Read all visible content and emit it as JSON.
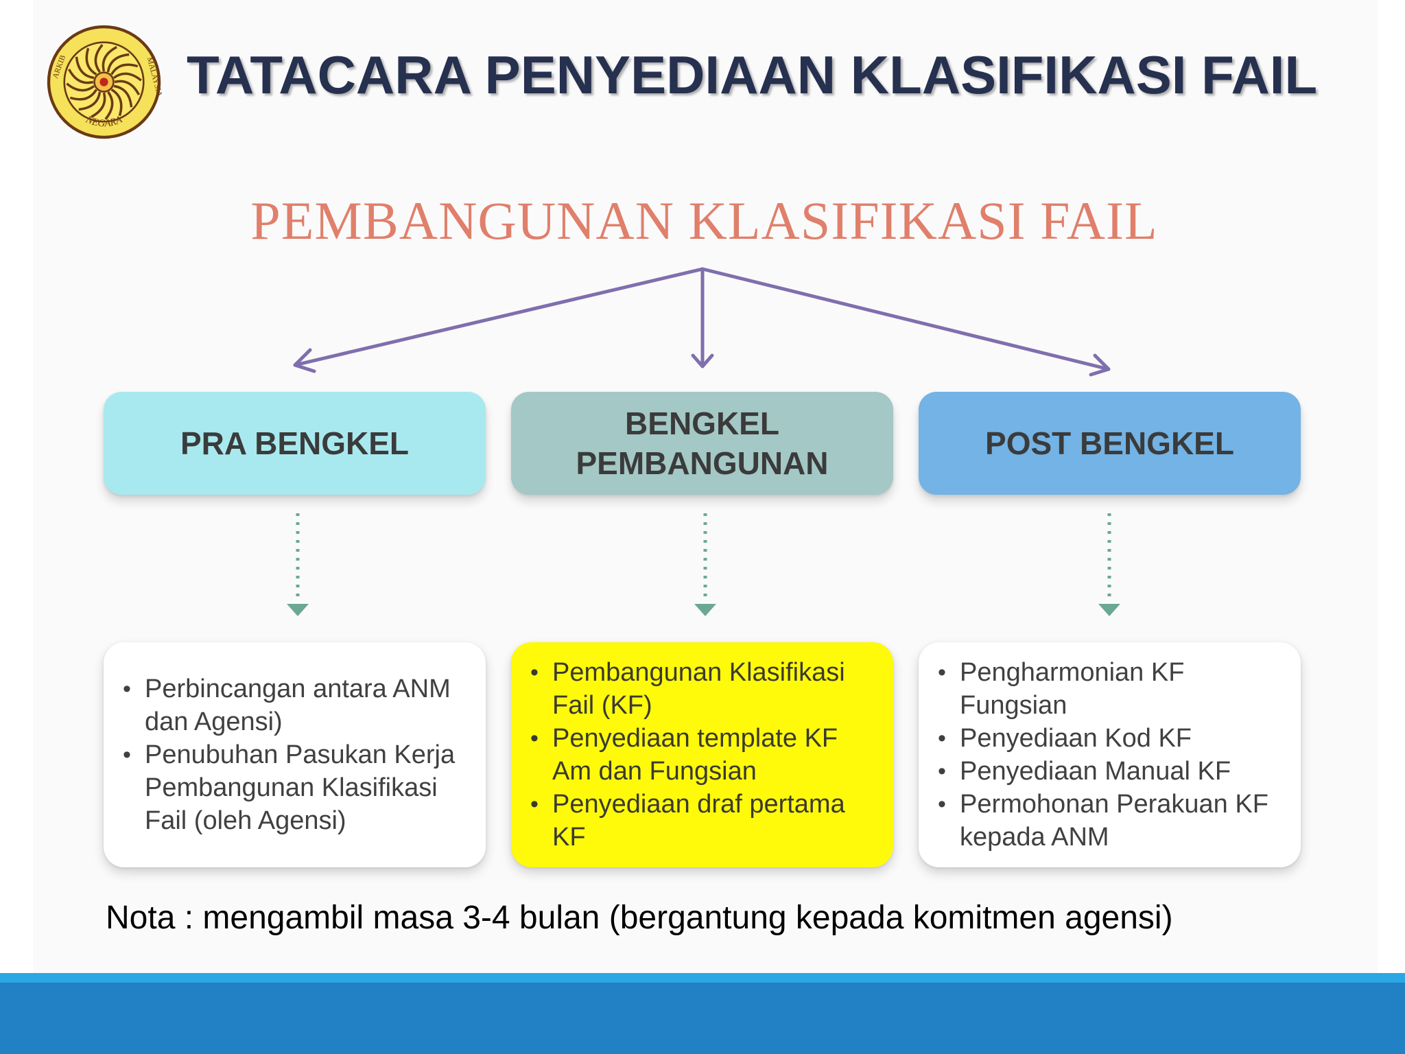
{
  "header": {
    "title": "TATACARA PENYEDIAAN KLASIFIKASI FAIL",
    "logo": {
      "text_top": "ARKIB",
      "text_bottom": "NEGARA",
      "text_right": "MALAYSIA",
      "colors": {
        "ring": "#f5e15a",
        "border": "#6b3a14",
        "center": "#c0261b"
      }
    }
  },
  "diagram": {
    "title": "PEMBANGUNAN KLASIFIKASI FAIL",
    "stages": [
      {
        "label": "PRA BENGKEL",
        "color": "#a8e9ef",
        "items": [
          "Perbincangan antara ANM dan Agensi)",
          "Penubuhan Pasukan Kerja Pembangunan Klasifikasi Fail (oleh Agensi)"
        ]
      },
      {
        "label": "BENGKEL PEMBANGUNAN",
        "color": "#a3c8c5",
        "items": [
          "Pembangunan Klasifikasi Fail (KF)",
          "Penyediaan template KF Am dan Fungsian",
          "Penyediaan draf pertama KF"
        ]
      },
      {
        "label": "POST BENGKEL",
        "color": "#73b3e5",
        "items": [
          "Pengharmonian KF Fungsian",
          "Penyediaan Kod KF",
          "Penyediaan Manual KF",
          "Permohonan Perakuan KF kepada ANM"
        ]
      }
    ],
    "note": "Nota : mengambil masa 3-4 bulan (bergantung kepada komitmen agensi)"
  },
  "colors": {
    "title": "#26304f",
    "subtitle": "#e07f6b",
    "arrow": "#7f6fae",
    "dotted_arrow": "#6aa894",
    "highlight": "#fffa0a",
    "footer": "#2280c4",
    "footer_line": "#2aa7e4"
  }
}
